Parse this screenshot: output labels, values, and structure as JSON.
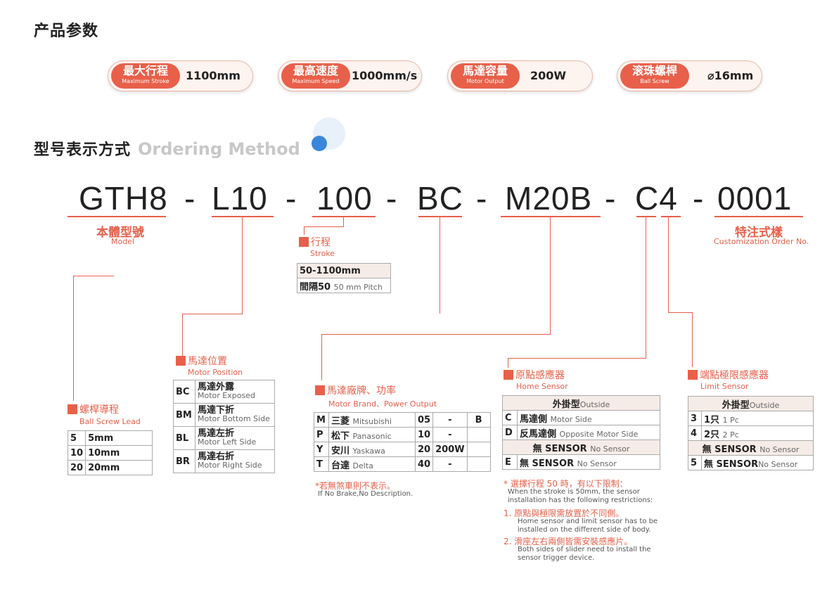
{
  "sec1": {
    "title": "产品参数"
  },
  "pills": [
    {
      "zh": "最大行程",
      "en": "Maximum Stroke",
      "val": "1100mm"
    },
    {
      "zh": "最高速度",
      "en": "Maximum Speed",
      "val": "1000mm/s"
    },
    {
      "zh": "馬達容量",
      "en": "Motor Output",
      "val": "200W"
    },
    {
      "zh": "滚珠螺桿",
      "en": "Ball Screw",
      "val": "⌀16mm"
    }
  ],
  "sec2": {
    "title": "型号表示方式",
    "en": "Ordering Method"
  },
  "code": [
    "GTH8",
    "-",
    "L10",
    "-",
    "100",
    "-",
    "BC",
    "-",
    "M20B",
    "-",
    "C4",
    "-",
    "0001"
  ],
  "model": {
    "zh": "本體型號",
    "en": "Model"
  },
  "custom": {
    "zh": "特注式樣",
    "en": "Customization Order No."
  },
  "stroke": {
    "zh": "行程",
    "en": "Stroke",
    "range": "50-1100mm",
    "pitch_zh": "間隔50",
    "pitch_en": "50 mm Pitch"
  },
  "lead": {
    "zh": "螺桿導程",
    "en": "Ball Screw Lead",
    "rows": [
      [
        "5",
        "5mm"
      ],
      [
        "10",
        "10mm"
      ],
      [
        "20",
        "20mm"
      ]
    ]
  },
  "motorpos": {
    "zh": "馬達位置",
    "en": "Motor Position",
    "rows": [
      [
        "BC",
        "馬達外露",
        "Motor Exposed"
      ],
      [
        "BM",
        "馬達下折",
        "Motor Bottom Side"
      ],
      [
        "BL",
        "馬達左折",
        "Motor Left Side"
      ],
      [
        "BR",
        "馬達右折",
        "Motor Right Side"
      ]
    ]
  },
  "brand": {
    "zh": "馬達廠牌、功率",
    "en": "Motor Brand、Power Output",
    "rows": [
      [
        "M",
        "三菱",
        "Mitsubishi",
        "05",
        "-"
      ],
      [
        "P",
        "松下",
        "Panasonic",
        "10",
        "-"
      ],
      [
        "Y",
        "安川",
        "Yaskawa",
        "20",
        "200W"
      ],
      [
        "T",
        "台達",
        "Delta",
        "40",
        "-"
      ]
    ],
    "b": "B",
    "note_zh": "*若無煞車則不表示。",
    "note_en": "If No Brake,No Description."
  },
  "home": {
    "zh": "原點感應器",
    "en": "Home Sensor",
    "outside_zh": "外掛型",
    "outside_en": "Outside",
    "rows": [
      [
        "C",
        "馬達側",
        "Motor Side"
      ],
      [
        "D",
        "反馬達側",
        "Opposite Motor Side"
      ]
    ],
    "nosensor_zh": "無 SENSOR",
    "nosensor_en": "No Sensor",
    "e": "E"
  },
  "limit": {
    "zh": "端點極限感應器",
    "en": "Limit Sensor",
    "outside_zh": "外掛型",
    "outside_en": "Outside",
    "rows": [
      [
        "3",
        "1只",
        "1 Pc"
      ],
      [
        "4",
        "2只",
        "2 Pc"
      ]
    ],
    "nosensor_zh": "無 SENSOR",
    "nosensor_en": "No Sensor",
    "five": "5"
  },
  "notes": {
    "n0_zh": "* 選擇行程 50 時，有以下限制：",
    "n0_en1": "When the stroke is 50mm, the sensor",
    "n0_en2": "installation has the following restrictions:",
    "n1_zh": "1. 原點與極限需放置於不同側。",
    "n1_en1": "Home sensor and limit sensor has to be",
    "n1_en2": "installed on the different side of body.",
    "n2_zh": "2. 滑座左右兩側皆需安裝感應片。",
    "n2_en1": "Both sides of slider need to install the",
    "n2_en2": "sensor trigger device."
  }
}
